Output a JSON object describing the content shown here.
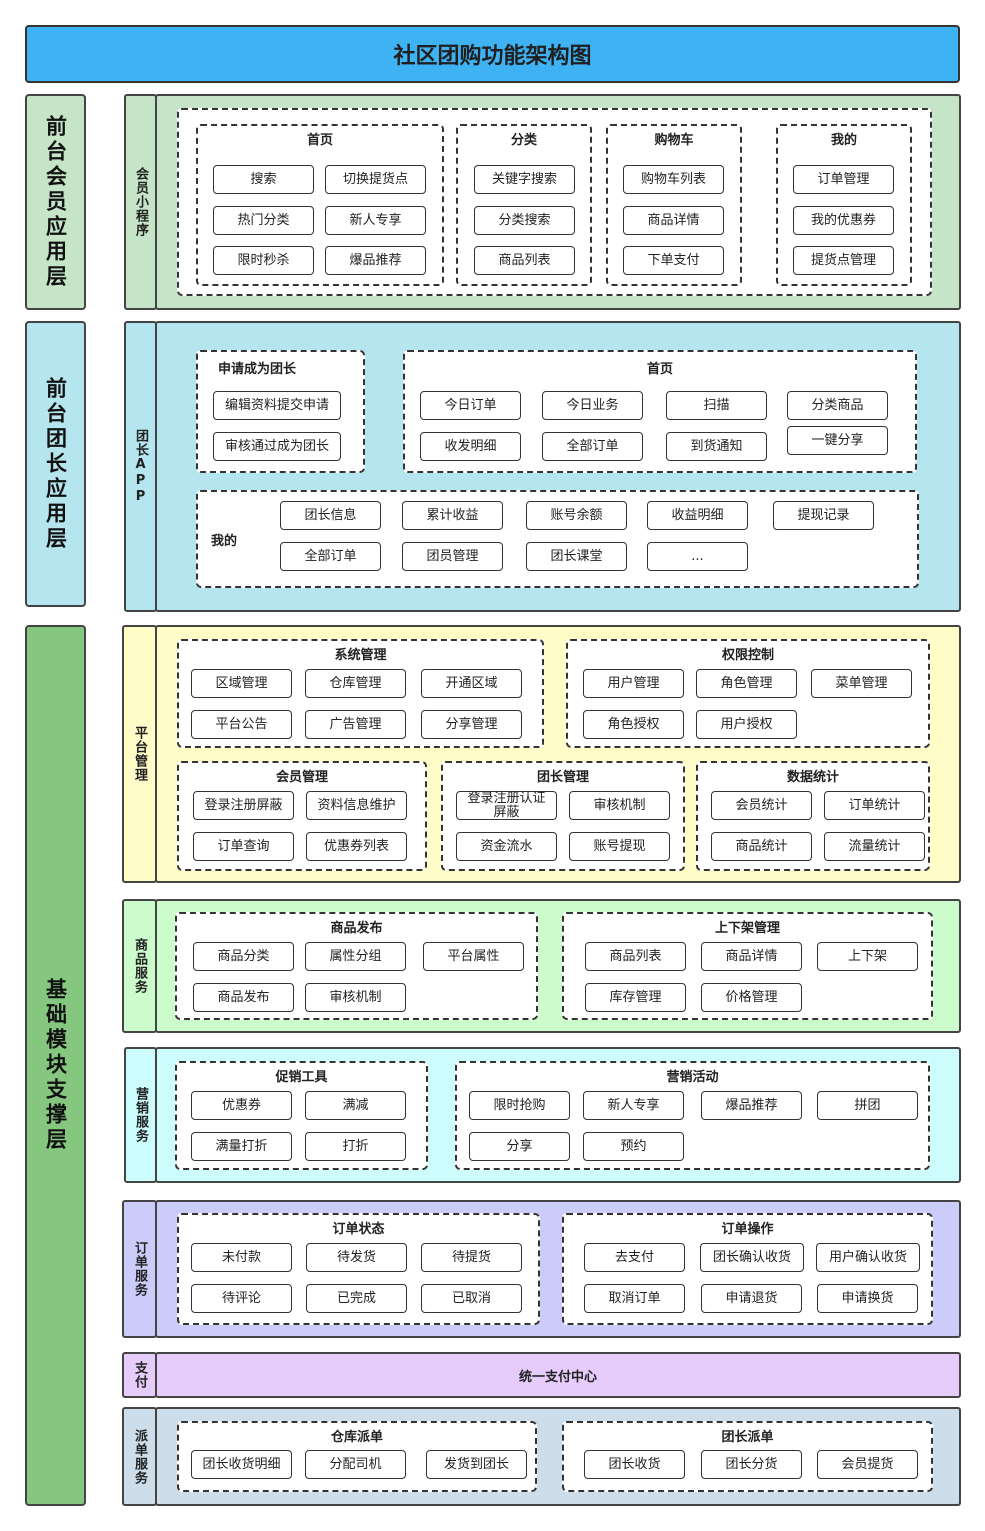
{
  "title": "社区团购功能架构图",
  "layers": {
    "frontend_member": "前台会员应用层",
    "frontend_leader": "前台团长应用层",
    "foundation": "基础模块支撑层"
  },
  "sections": {
    "member_app": {
      "label": "会员小程序",
      "groups": [
        {
          "title": "首页",
          "items": [
            "搜索",
            "切换提货点",
            "热门分类",
            "新人专享",
            "限时秒杀",
            "爆品推荐"
          ]
        },
        {
          "title": "分类",
          "items": [
            "关键字搜索",
            "分类搜索",
            "商品列表"
          ]
        },
        {
          "title": "购物车",
          "items": [
            "购物车列表",
            "商品详情",
            "下单支付"
          ]
        },
        {
          "title": "我的",
          "items": [
            "订单管理",
            "我的优惠券",
            "提货点管理"
          ]
        }
      ]
    },
    "leader_app": {
      "label": "团长APP",
      "apply": {
        "title": "申请成为团长",
        "items": [
          "编辑资料提交申请",
          "审核通过成为团长"
        ]
      },
      "home": {
        "title": "首页",
        "items": [
          "今日订单",
          "今日业务",
          "扫描",
          "分类商品",
          "收发明细",
          "全部订单",
          "到货通知",
          "一键分享"
        ]
      },
      "mine": {
        "title": "我的",
        "items": [
          "团长信息",
          "累计收益",
          "账号余额",
          "收益明细",
          "提现记录",
          "全部订单",
          "团员管理",
          "团长课堂",
          "..."
        ]
      }
    },
    "platform": {
      "label": "平台管理",
      "groups": [
        {
          "title": "系统管理",
          "items": [
            "区域管理",
            "仓库管理",
            "开通区域",
            "平台公告",
            "广告管理",
            "分享管理"
          ]
        },
        {
          "title": "权限控制",
          "items": [
            "用户管理",
            "角色管理",
            "菜单管理",
            "角色授权",
            "用户授权"
          ]
        },
        {
          "title": "会员管理",
          "items": [
            "登录注册屏蔽",
            "资料信息维护",
            "订单查询",
            "优惠券列表"
          ]
        },
        {
          "title": "团长管理",
          "items": [
            "登录注册认证屏蔽",
            "审核机制",
            "资金流水",
            "账号提现"
          ]
        },
        {
          "title": "数据统计",
          "items": [
            "会员统计",
            "订单统计",
            "商品统计",
            "流量统计"
          ]
        }
      ]
    },
    "goods": {
      "label": "商品服务",
      "groups": [
        {
          "title": "商品发布",
          "items": [
            "商品分类",
            "属性分组",
            "平台属性",
            "商品发布",
            "审核机制"
          ]
        },
        {
          "title": "上下架管理",
          "items": [
            "商品列表",
            "商品详情",
            "上下架",
            "库存管理",
            "价格管理"
          ]
        }
      ]
    },
    "marketing": {
      "label": "营销服务",
      "groups": [
        {
          "title": "促销工具",
          "items": [
            "优惠券",
            "满减",
            "满量打折",
            "打折"
          ]
        },
        {
          "title": "营销活动",
          "items": [
            "限时抢购",
            "新人专享",
            "爆品推荐",
            "拼团",
            "分享",
            "预约"
          ]
        }
      ]
    },
    "order": {
      "label": "订单服务",
      "groups": [
        {
          "title": "订单状态",
          "items": [
            "未付款",
            "待发货",
            "待提货",
            "待评论",
            "已完成",
            "已取消"
          ]
        },
        {
          "title": "订单操作",
          "items": [
            "去支付",
            "团长确认收货",
            "用户确认收货",
            "取消订单",
            "申请退货",
            "申请换货"
          ]
        }
      ]
    },
    "payment": {
      "label": "支付",
      "center": "统一支付中心"
    },
    "dispatch": {
      "label": "派单服务",
      "groups": [
        {
          "title": "仓库派单",
          "items": [
            "团长收货明细",
            "分配司机",
            "发货到团长"
          ]
        },
        {
          "title": "团长派单",
          "items": [
            "团长收货",
            "团长分货",
            "会员提货"
          ]
        }
      ]
    }
  },
  "colors": {
    "title_bar": "#3fb2f4",
    "frontend_member": "#c6e4c8",
    "frontend_leader": "#b5e6f0",
    "foundation": "#86c77f",
    "platform": "#fffcc8",
    "goods": "#ccfbcc",
    "marketing": "#ccfcfc",
    "order": "#ccccfb",
    "payment": "#e5ccfb",
    "dispatch": "#cddde9"
  }
}
